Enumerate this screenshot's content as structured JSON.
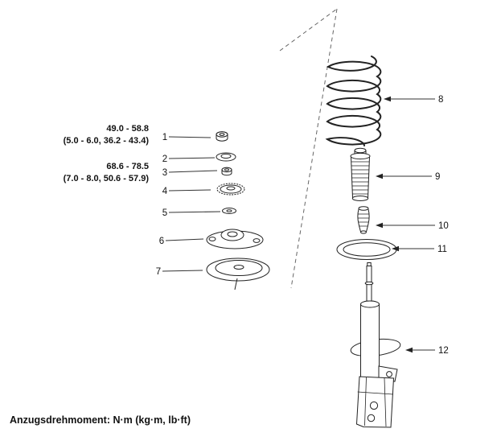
{
  "note": "Anzugsdrehmoment: N·m (kg·m, lb·ft)",
  "torques": [
    {
      "value_nm": "49.0 - 58.8",
      "value_alt": "(5.0 - 6.0, 36.2 - 43.4)"
    },
    {
      "value_nm": "68.6 - 78.5",
      "value_alt": "(7.0 - 8.0, 50.6 - 57.9)"
    }
  ],
  "callouts": [
    "1",
    "2",
    "3",
    "4",
    "5",
    "6",
    "7",
    "8",
    "9",
    "10",
    "11",
    "12"
  ]
}
